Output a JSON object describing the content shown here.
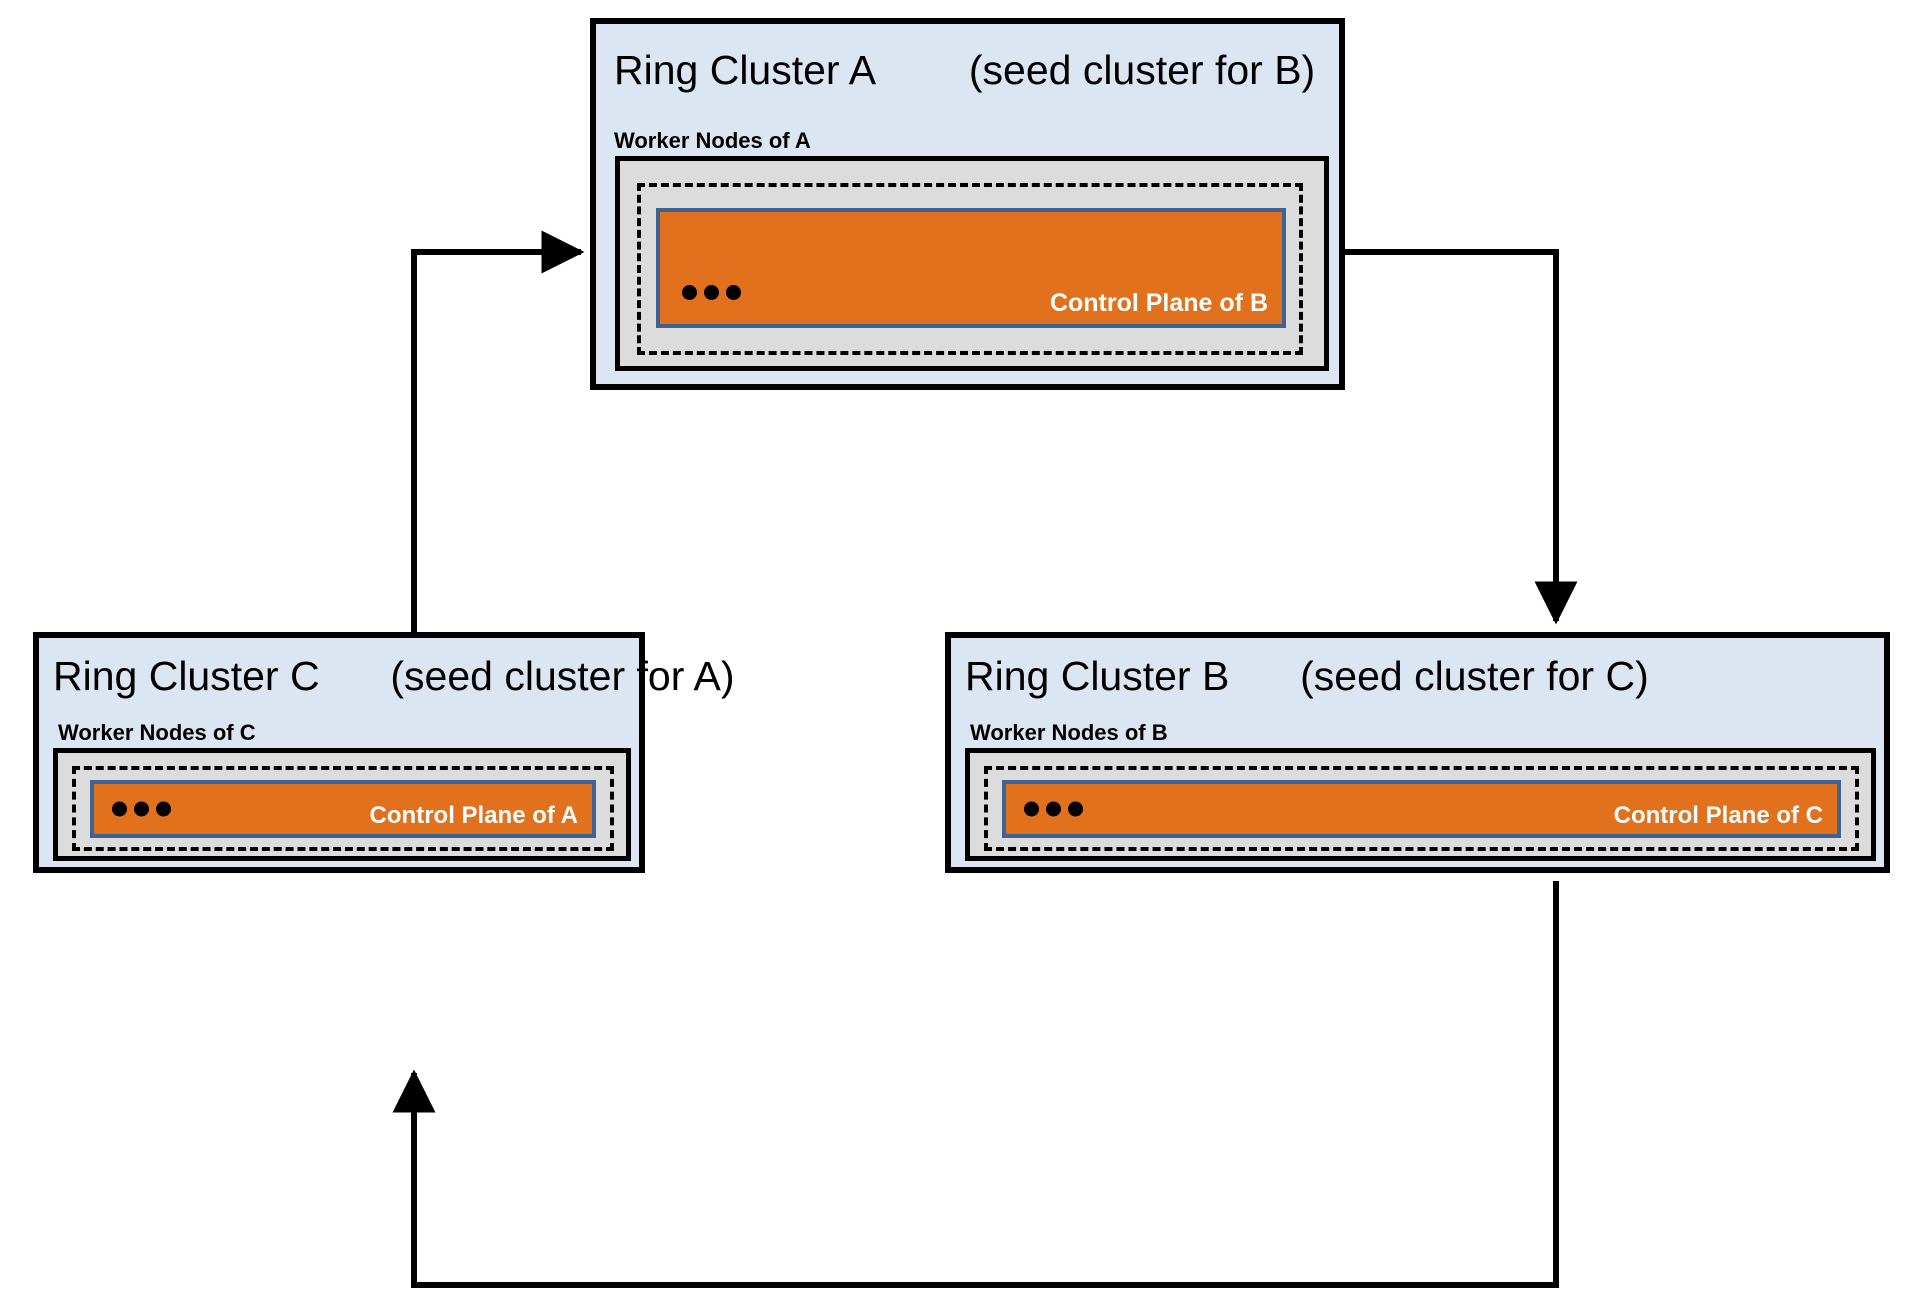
{
  "diagram": {
    "title": "Ring cluster topology with seed-cluster relationships",
    "colors": {
      "cluster_fill": "#dce6f2",
      "worker_fill": "#dcdcdc",
      "control_plane_fill": "#e2711d",
      "control_plane_border": "#3d6392",
      "stroke": "#000000",
      "label_on_orange": "#ffffff",
      "background": "#ffffff"
    },
    "clusters": [
      {
        "id": "A",
        "title_main": "Ring Cluster A",
        "title_sub": "(seed cluster for B)",
        "worker_label": "Worker Nodes of A",
        "control_plane_label": "Control Plane of B",
        "ellipsis": "•••"
      },
      {
        "id": "C",
        "title_main": "Ring Cluster C",
        "title_sub": "(seed cluster for A)",
        "worker_label": "Worker Nodes of C",
        "control_plane_label": "Control Plane of A",
        "ellipsis": "•••"
      },
      {
        "id": "B",
        "title_main": "Ring Cluster B",
        "title_sub": "(seed cluster for C)",
        "worker_label": "Worker Nodes of B",
        "control_plane_label": "Control Plane of C",
        "ellipsis": "•••"
      }
    ],
    "arrows": [
      {
        "id": "a-to-b",
        "from": "Ring Cluster A",
        "to": "Ring Cluster B"
      },
      {
        "id": "b-to-c",
        "from": "Ring Cluster B",
        "to": "Ring Cluster C"
      },
      {
        "id": "c-to-a",
        "from": "Ring Cluster C",
        "to": "Ring Cluster A"
      }
    ]
  }
}
